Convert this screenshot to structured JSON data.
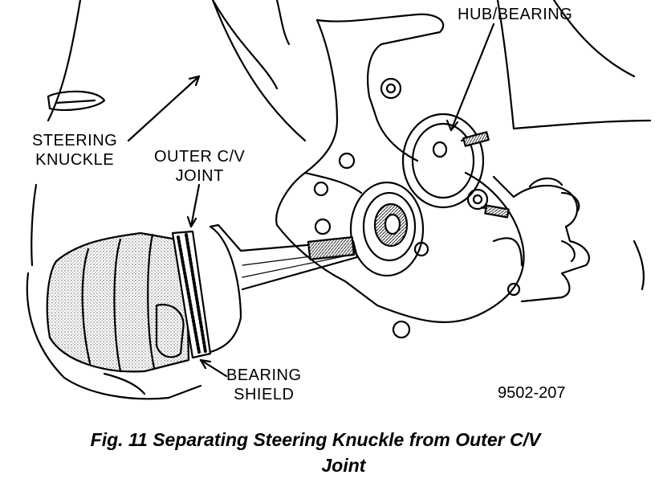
{
  "labels": {
    "hub_bearing": "HUB/BEARING",
    "steering_knuckle_1": "STEERING",
    "steering_knuckle_2": "KNUCKLE",
    "outer_cv_1": "OUTER C/V",
    "outer_cv_2": "JOINT",
    "bearing_shield_1": "BEARING",
    "bearing_shield_2": "SHIELD"
  },
  "figure_code": "9502-207",
  "caption": {
    "line1": "Fig. 11 Separating Steering Knuckle from Outer C/V",
    "line2": "Joint"
  }
}
